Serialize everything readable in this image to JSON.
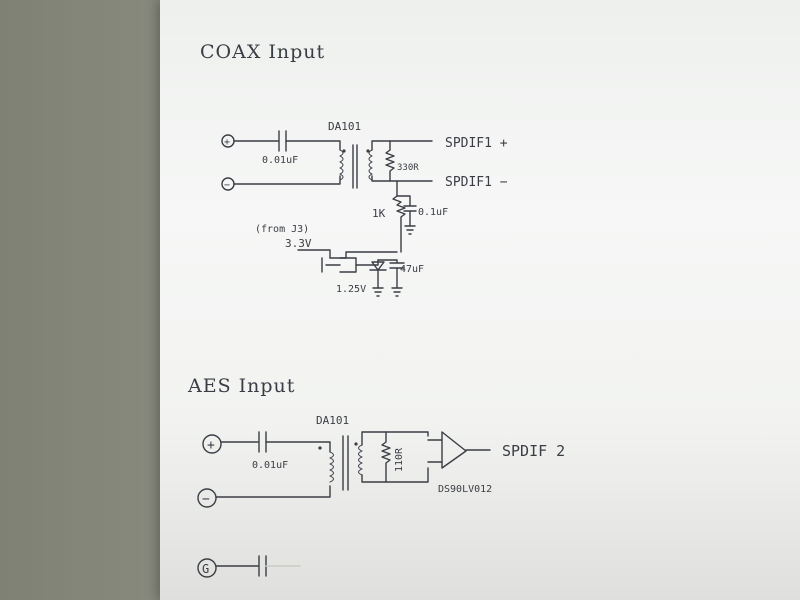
{
  "coax": {
    "title": "COAX Input",
    "plus": "+",
    "minus": "−",
    "cap_top": "0.01uF",
    "transformer": "DA101",
    "resistor": "330R",
    "out_plus": "SPDIF1 +",
    "out_minus": "SPDIF1 −",
    "res_bias": "1K",
    "cap_bias": "0.1uF",
    "from": "(from J3)",
    "supply": "3.3V",
    "ref": "1.25V",
    "cap_big": "47uF"
  },
  "aes": {
    "title": "AES Input",
    "plus": "+",
    "minus": "−",
    "ground": "G",
    "cap_top": "0.01uF",
    "transformer": "DA101",
    "resistor": "110R",
    "out": "SPDIF 2",
    "receiver": "DS90LV012"
  }
}
